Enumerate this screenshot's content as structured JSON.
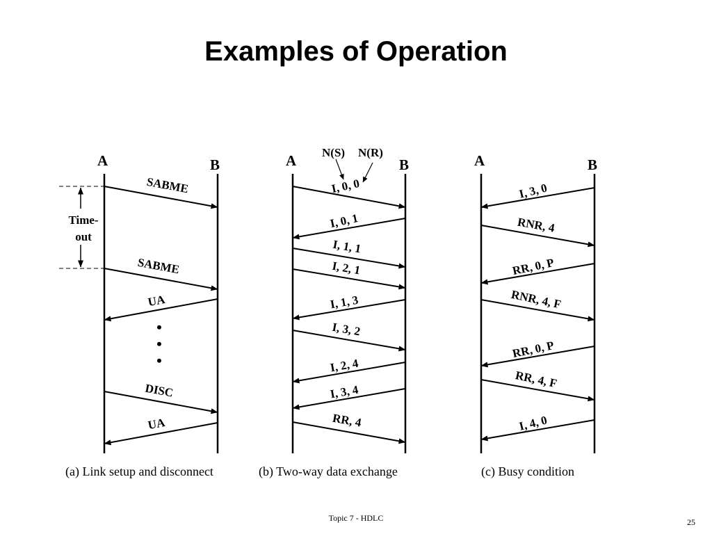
{
  "slide": {
    "title": "Examples of Operation",
    "footer": "Topic 7 - HDLC",
    "page_number": "25"
  },
  "panels": [
    {
      "caption": "(a) Link setup and disconnect",
      "left_label": "A",
      "right_label": "B",
      "frames": [
        {
          "label": "SABME",
          "dir": "A-to-B"
        },
        {
          "label": "SABME",
          "dir": "A-to-B"
        },
        {
          "label": "UA",
          "dir": "B-to-A"
        },
        {
          "label": "DISC",
          "dir": "A-to-B"
        },
        {
          "label": "UA",
          "dir": "B-to-A"
        }
      ],
      "timeout_label_line1": "Time-",
      "timeout_label_line2": "out",
      "ellipsis": [
        "•",
        "•",
        "•"
      ]
    },
    {
      "caption": "(b) Two-way data exchange",
      "left_label": "A",
      "right_label": "B",
      "header_labels": [
        "N(S)",
        "N(R)"
      ],
      "frames": [
        {
          "label": "I, 0, 0",
          "dir": "A-to-B"
        },
        {
          "label": "I, 0, 1",
          "dir": "B-to-A"
        },
        {
          "label": "I, 1, 1",
          "dir": "A-to-B"
        },
        {
          "label": "I, 2, 1",
          "dir": "A-to-B"
        },
        {
          "label": "I, 1, 3",
          "dir": "B-to-A"
        },
        {
          "label": "I, 3, 2",
          "dir": "A-to-B"
        },
        {
          "label": "I, 2, 4",
          "dir": "B-to-A"
        },
        {
          "label": "I, 3, 4",
          "dir": "B-to-A"
        },
        {
          "label": "RR, 4",
          "dir": "A-to-B"
        }
      ]
    },
    {
      "caption": "(c) Busy condition",
      "left_label": "A",
      "right_label": "B",
      "frames": [
        {
          "label": "I, 3, 0",
          "dir": "B-to-A"
        },
        {
          "label": "RNR, 4",
          "dir": "A-to-B"
        },
        {
          "label": "RR, 0, P",
          "dir": "B-to-A"
        },
        {
          "label": "RNR, 4, F",
          "dir": "A-to-B"
        },
        {
          "label": "RR, 0, P",
          "dir": "B-to-A"
        },
        {
          "label": "RR, 4, F",
          "dir": "A-to-B"
        },
        {
          "label": "I, 4, 0",
          "dir": "B-to-A"
        }
      ]
    }
  ],
  "colors": {
    "ink": "#000000",
    "background": "#ffffff"
  }
}
